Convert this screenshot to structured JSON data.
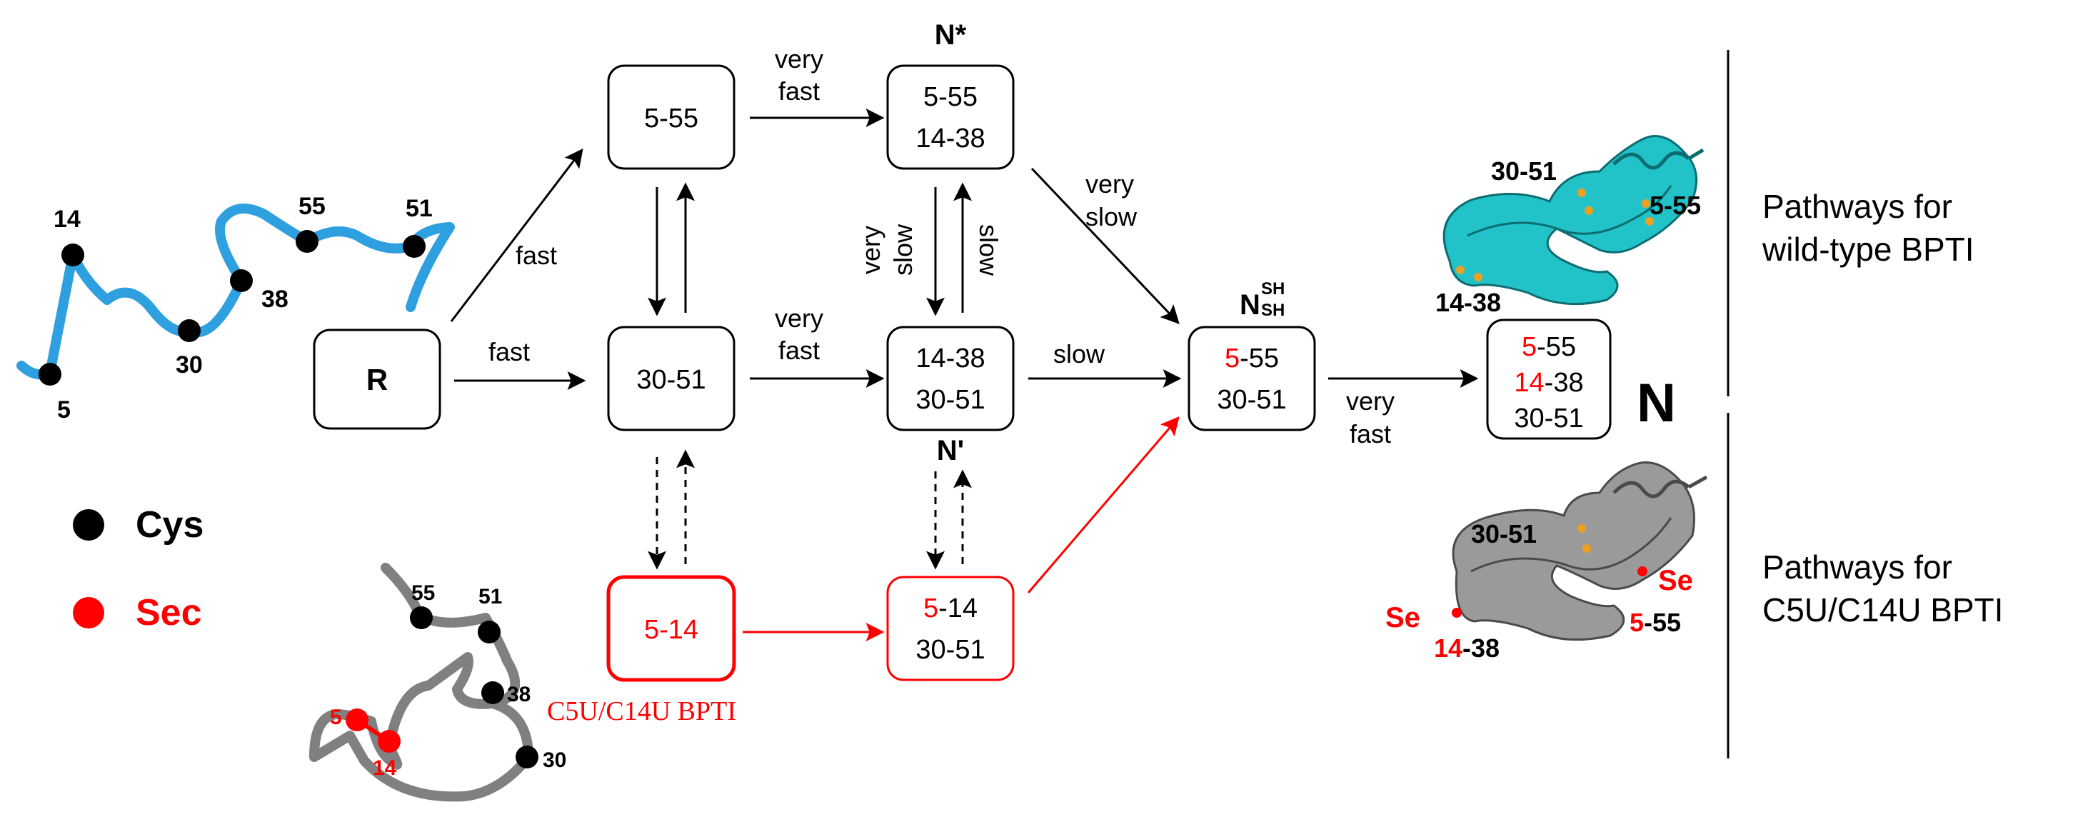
{
  "colors": {
    "black": "#000000",
    "red": "#ff0000",
    "blue_chain": "#2e9fdf",
    "gray_chain": "#808080",
    "teal_ribbon": "#22c3c8",
    "gray_ribbon": "#9a9a9a",
    "sulfur": "#f0a020"
  },
  "nodes": {
    "R": "R",
    "n_5_55": "5-55",
    "n_30_51": "30-51",
    "nstar_line1": "5-55",
    "nstar_line2": "14-38",
    "nprime_line1": "14-38",
    "nprime_line2": "30-51",
    "nsh_line1_red": "5",
    "nsh_line1_rest": "-55",
    "nsh_line2": "30-51",
    "n_line1_red": "5",
    "n_line1_rest": "-55",
    "n_line2_red": "14",
    "n_line2_rest": "-38",
    "n_line3": "30-51",
    "sec_5_14": "5-14",
    "sec2_line1_red": "5",
    "sec2_line1_rest": "-14",
    "sec2_line2": "30-51"
  },
  "state_labels": {
    "n_star": "N*",
    "n_prime": "N'",
    "n_sh_base": "N",
    "n_sh_sup": "SH",
    "n_sh_sub": "SH",
    "n_big": "N"
  },
  "edge_labels": {
    "fast_up": "fast",
    "fast_mid": "fast",
    "very_fast_top_1": "very",
    "very_fast_top_2": "fast",
    "very_fast_mid_1": "very",
    "very_fast_mid_2": "fast",
    "very_slow_right_1": "very",
    "very_slow_right_2": "slow",
    "very_slow_vert_1": "very",
    "very_slow_vert_2": "slow",
    "slow_vert": "slow",
    "slow_mid": "slow",
    "very_fast_end_1": "very",
    "very_fast_end_2": "fast"
  },
  "residues_wt": [
    "14",
    "55",
    "51",
    "38",
    "30",
    "5"
  ],
  "residues_mut": [
    "55",
    "51",
    "38",
    "30",
    "5",
    "14"
  ],
  "mutant_name": "C5U/C14U BPTI",
  "legend": {
    "cys": "Cys",
    "sec": "Sec"
  },
  "structure_wt": {
    "label_30_51": "30-51",
    "label_5_55": "5-55",
    "label_14_38": "14-38"
  },
  "structure_mut": {
    "label_30_51": "30-51",
    "se_right": "Se",
    "se_left": "Se",
    "label_5_red": "5",
    "label_5_rest": "-55",
    "label_14_red": "14",
    "label_14_rest": "-38"
  },
  "pathways": {
    "wt_line1": "Pathways for",
    "wt_line2": "wild-type BPTI",
    "mut_line1": "Pathways for",
    "mut_line2": "C5U/C14U BPTI"
  }
}
